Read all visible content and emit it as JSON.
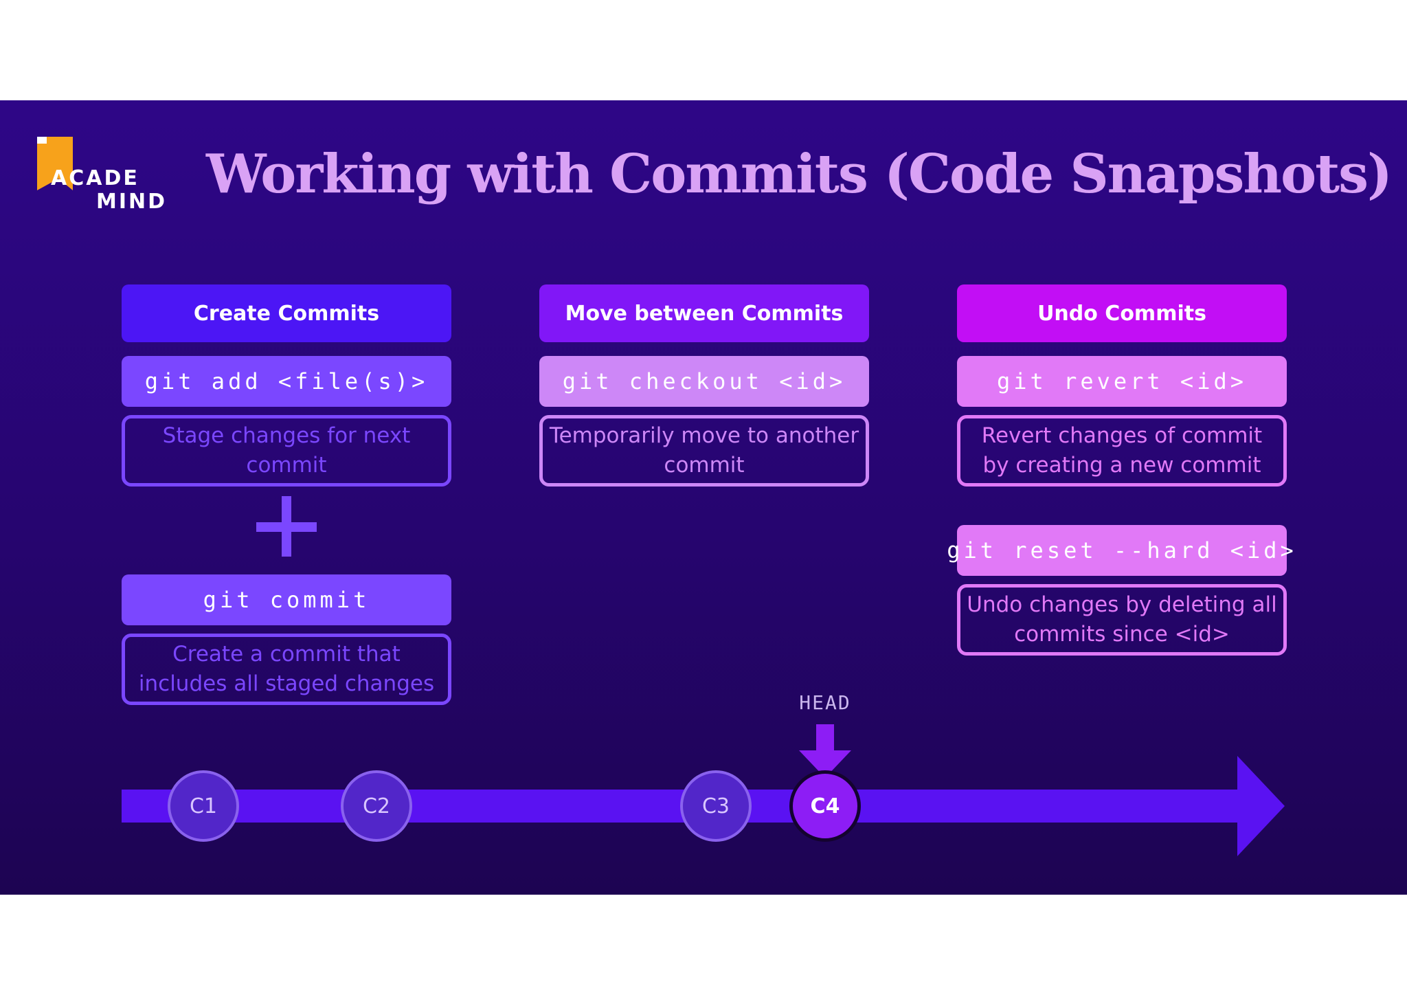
{
  "title": "Working with Commits (Code Snapshots)",
  "logo": {
    "line1": "ACADE",
    "line2": "MIND"
  },
  "columns": [
    {
      "header": "Create Commits",
      "commands": [
        {
          "cmd": "git add <file(s)>",
          "desc": "Stage changes for next commit"
        },
        {
          "cmd": "git commit",
          "desc": "Create a commit that includes all staged changes"
        }
      ]
    },
    {
      "header": "Move between Commits",
      "commands": [
        {
          "cmd": "git checkout <id>",
          "desc": "Temporarily move to another commit"
        }
      ]
    },
    {
      "header": "Undo Commits",
      "commands": [
        {
          "cmd": "git revert <id>",
          "desc": "Revert changes of commit by creating a new commit"
        },
        {
          "cmd": "git reset --hard <id>",
          "desc": "Undo changes by deleting all commits since <id>"
        }
      ]
    }
  ],
  "timeline": {
    "head_label": "HEAD",
    "commits": [
      "C1",
      "C2",
      "C3",
      "C4"
    ],
    "active_commit": "C4"
  },
  "colors": {
    "background": "#2e0687",
    "title": "#d9a2f5",
    "create": "#7b47ff",
    "move": "#cd87f7",
    "undo": "#e179f7",
    "timeline": "#5a12f2"
  }
}
